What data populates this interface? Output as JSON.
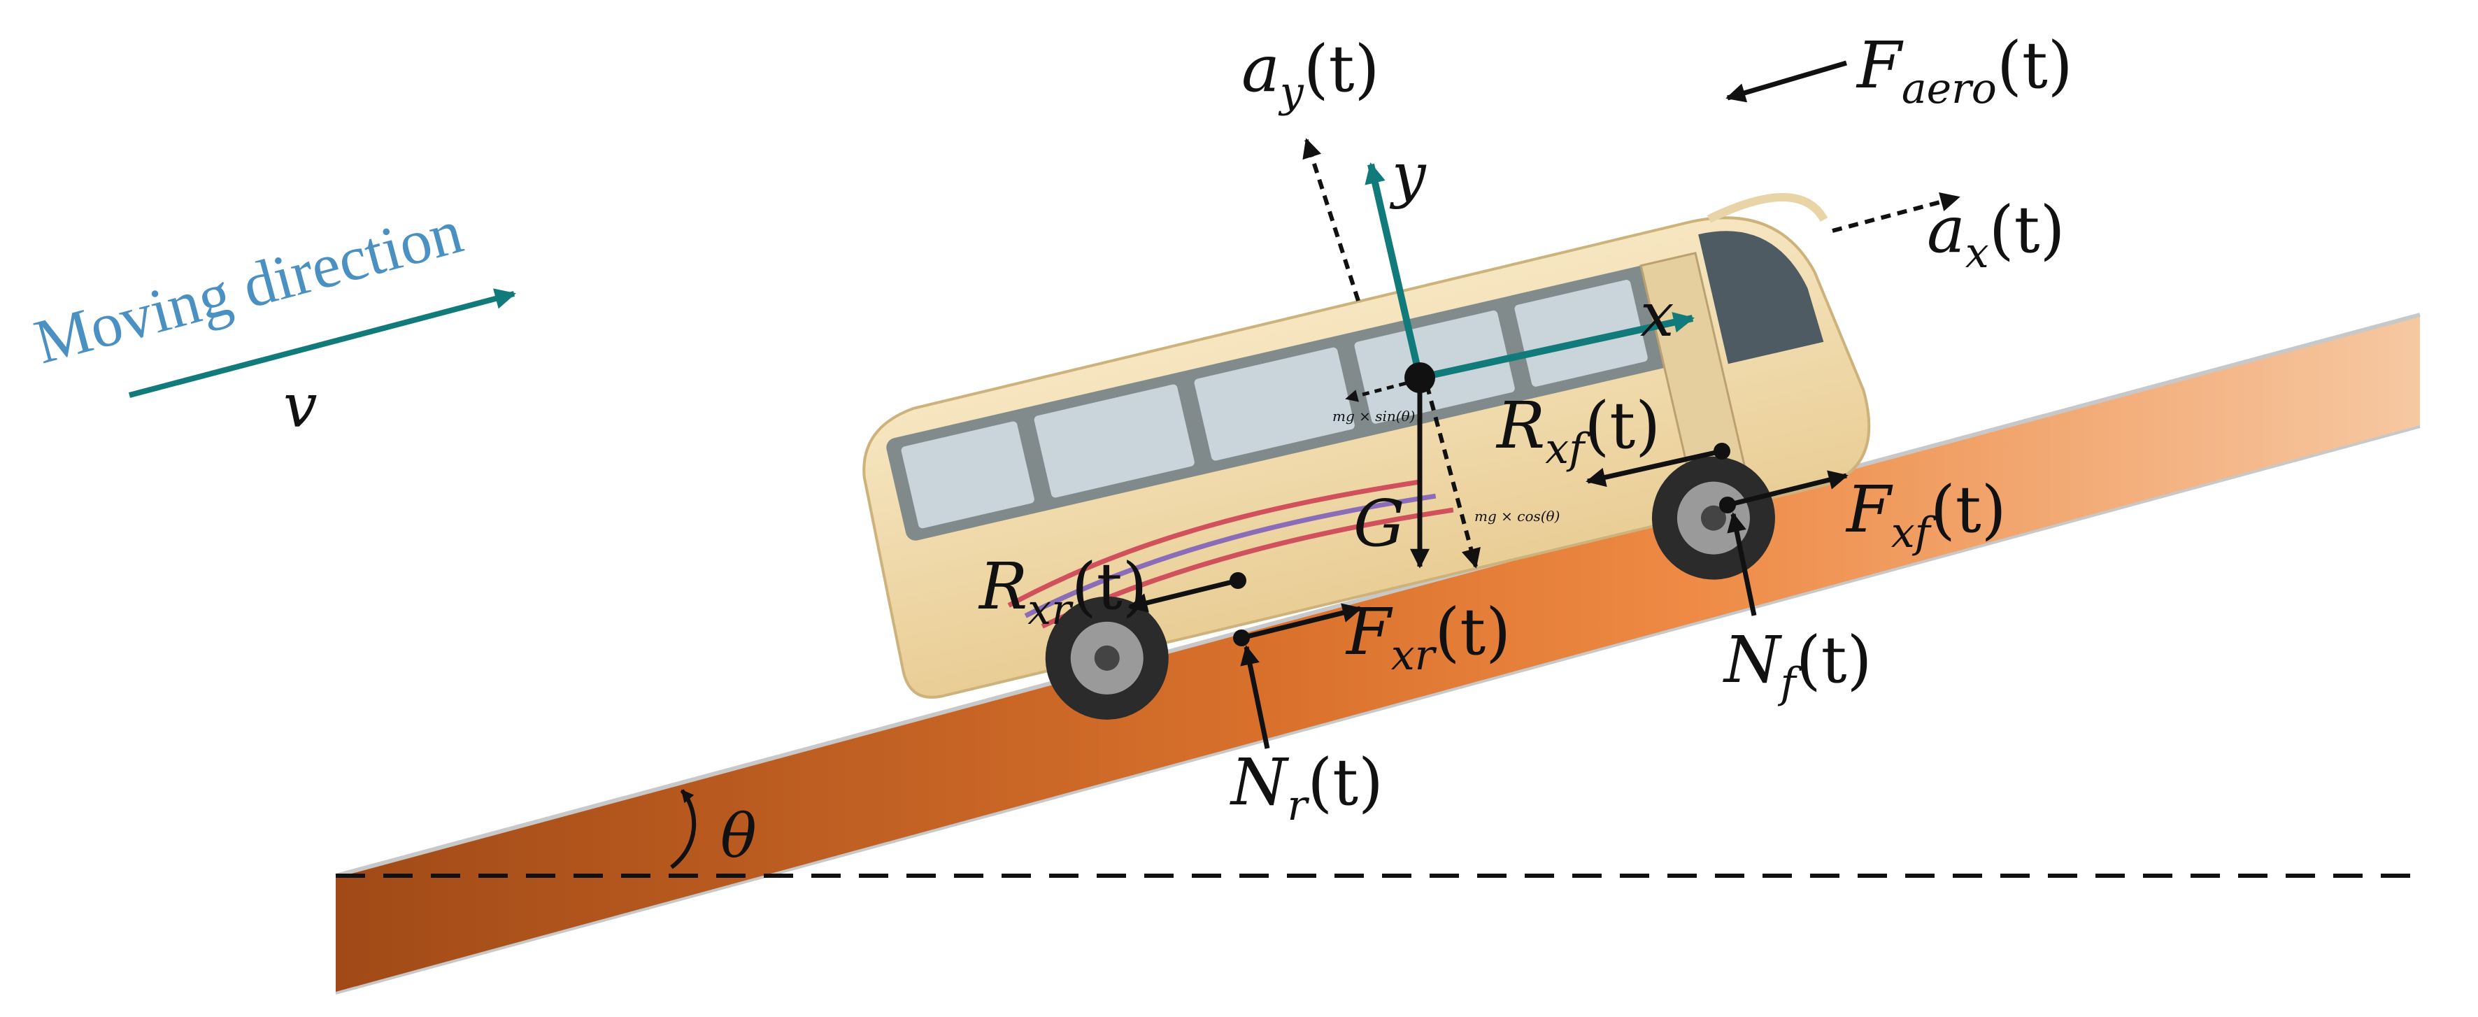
{
  "moving": {
    "title": "Moving direction",
    "velocity": "v"
  },
  "labels": {
    "ay_base": "a",
    "ay_sub": "y",
    "ay_arg": "(t)",
    "faero_base": "F",
    "faero_sub": "aero",
    "faero_arg": "(t)",
    "ax_base": "a",
    "ax_sub": "x",
    "ax_arg": "(t)",
    "axis_y": "y",
    "axis_x": "x",
    "rxf_base": "R",
    "rxf_sub": "xf",
    "rxf_arg": "(t)",
    "fxf_base": "F",
    "fxf_sub": "xf",
    "fxf_arg": "(t)",
    "nf_base": "N",
    "nf_sub": "f",
    "nf_arg": "(t)",
    "rxr_base": "R",
    "rxr_sub": "xr",
    "rxr_arg": "(t)",
    "fxr_base": "F",
    "fxr_sub": "xr",
    "fxr_arg": "(t)",
    "nr_base": "N",
    "nr_sub": "r",
    "nr_arg": "(t)",
    "gravity": "G",
    "mg_sin": "mg × sin(θ)",
    "mg_cos": "mg × cos(θ)",
    "angle": "θ"
  },
  "colors": {
    "axis_teal": "#117a7a",
    "caption_blue": "#4a90c2",
    "road_dark": "#a14a17",
    "road_light": "#f6c8a2",
    "bus_body": "#f1dbab",
    "arrow": "#111111"
  }
}
